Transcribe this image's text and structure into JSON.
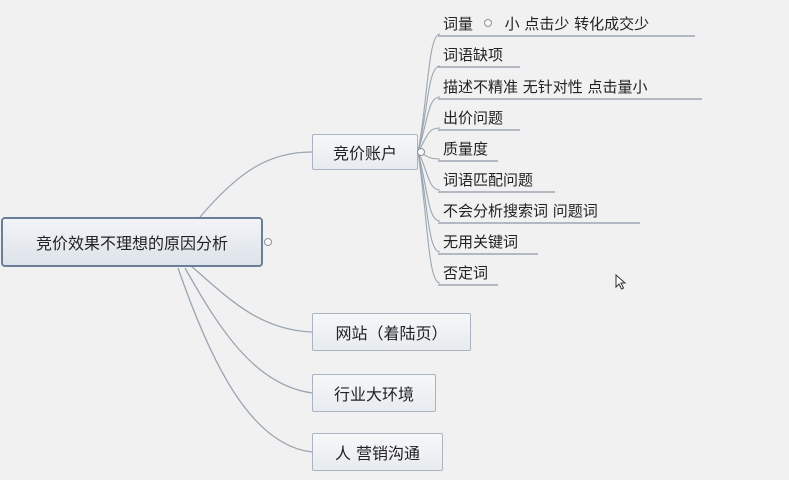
{
  "root": {
    "label": "竞价效果不理想的原因分析"
  },
  "branches": [
    {
      "label": "竞价账户"
    },
    {
      "label": "网站（着陆页）"
    },
    {
      "label": "行业大环境"
    },
    {
      "label": "人  营销沟通"
    }
  ],
  "leaves": [
    {
      "label": "词量",
      "note": "小  点击少  转化成交少"
    },
    {
      "label": "词语缺项"
    },
    {
      "label": "描述不精准  无针对性  点击量小"
    },
    {
      "label": "出价问题"
    },
    {
      "label": "质量度"
    },
    {
      "label": "词语匹配问题"
    },
    {
      "label": "不会分析搜索词  问题词"
    },
    {
      "label": "无用关键词"
    },
    {
      "label": "否定词"
    }
  ],
  "colors": {
    "link": "#9aa6b2",
    "underline": "#8c98a6"
  },
  "icons": {
    "cursor": "arrow-cursor-icon",
    "toggle": "collapse-toggle-icon"
  }
}
